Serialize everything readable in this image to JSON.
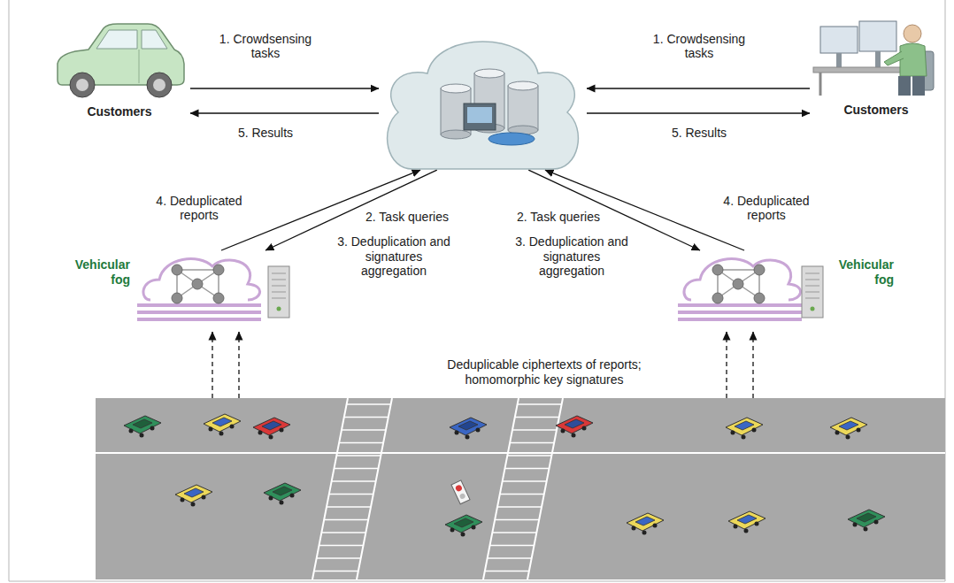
{
  "diagram": {
    "nodes": [
      {
        "text": [
          "Customers"
        ]
      },
      {
        "text": []
      },
      {
        "text": [
          "Customers"
        ]
      },
      {
        "text": [
          "Vehicular fog"
        ]
      },
      {
        "text": [
          "Vehicular fog"
        ]
      },
      {
        "text": [
          "Deduplicable ciphertexts of reports; homomorphic key signatures"
        ]
      }
    ],
    "edges": [
      {
        "from": 0,
        "to": 1,
        "arrow": "to",
        "label": "1. Crowdsensing tasks"
      },
      {
        "from": 1,
        "to": 0,
        "arrow": "to",
        "label": "5. Results"
      },
      {
        "from": 2,
        "to": 1,
        "arrow": "to",
        "label": "1. Crowdsensing tasks"
      },
      {
        "from": 1,
        "to": 2,
        "arrow": "to",
        "label": "5. Results"
      },
      {
        "from": 3,
        "to": 1,
        "arrow": "to",
        "label": "4. Deduplicated reports"
      },
      {
        "from": 1,
        "to": 3,
        "arrow": "to",
        "label": "2. Task queries"
      },
      {
        "from": 4,
        "to": 1,
        "arrow": "to",
        "label": "4. Deduplicated reports"
      },
      {
        "from": 1,
        "to": 4,
        "arrow": "to",
        "label": "2. Task queries"
      },
      {
        "from": 5,
        "to": 3,
        "arrow": "to"
      },
      {
        "from": 5,
        "to": 3,
        "arrow": "to"
      },
      {
        "from": 5,
        "to": 4,
        "arrow": "to"
      },
      {
        "from": 5,
        "to": 4,
        "arrow": "to"
      }
    ],
    "labels": [
      "3. Deduplication and signatures aggregation",
      "3. Deduplication and signatures aggregation"
    ]
  }
}
